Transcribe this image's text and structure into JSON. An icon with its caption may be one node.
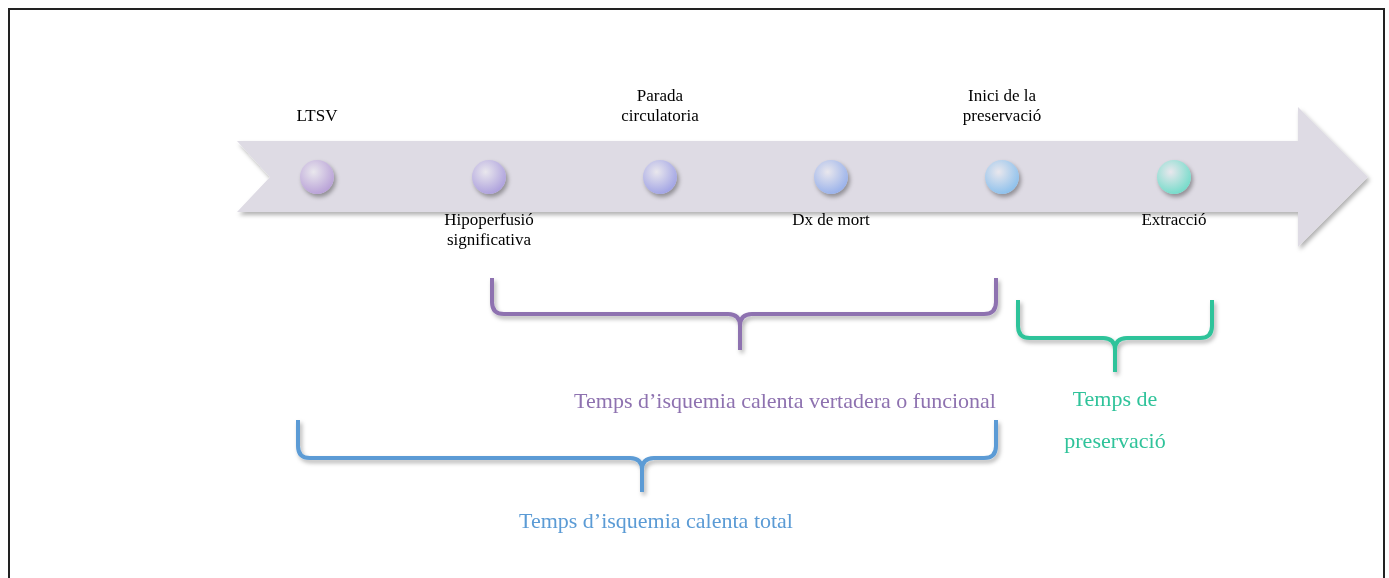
{
  "diagram": {
    "nodes": [
      {
        "text": [
          "LTSV"
        ]
      },
      {
        "text": [
          "Hipoperfusió significativa"
        ]
      },
      {
        "text": [
          "Parada circulatoria"
        ]
      },
      {
        "text": [
          "Dx de mort"
        ]
      },
      {
        "text": [
          "Inici de la preservació"
        ]
      },
      {
        "text": [
          "Extracció"
        ]
      }
    ],
    "labels": [
      "Temps d’isquemia calenta vertadera o funcional",
      "Temps de preservació",
      "Temps d’isquemia calenta total"
    ]
  }
}
